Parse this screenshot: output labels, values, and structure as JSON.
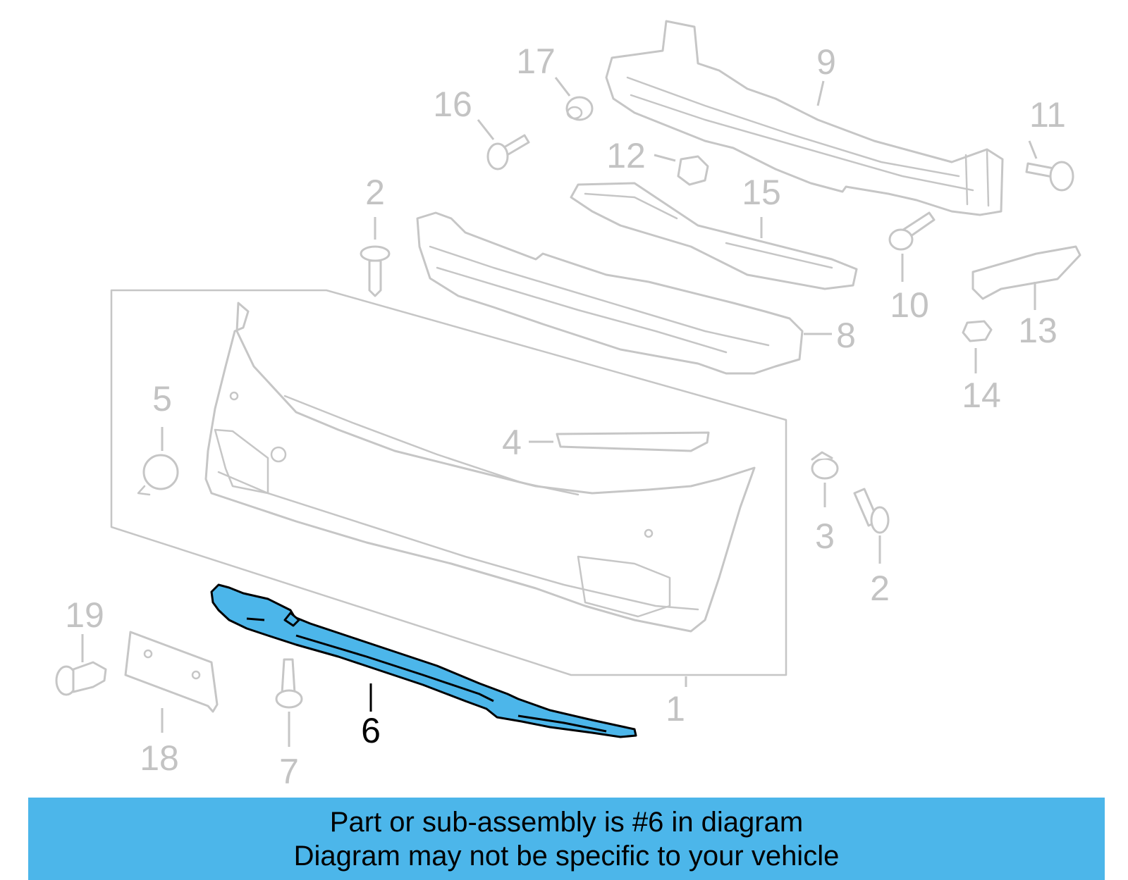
{
  "diagram": {
    "highlight_color": "#4cb6ea",
    "callouts": [
      {
        "id": "c1",
        "label": "1"
      },
      {
        "id": "c2a",
        "label": "2"
      },
      {
        "id": "c2b",
        "label": "2"
      },
      {
        "id": "c3",
        "label": "3"
      },
      {
        "id": "c4",
        "label": "4"
      },
      {
        "id": "c5",
        "label": "5"
      },
      {
        "id": "c6",
        "label": "6",
        "highlighted": true
      },
      {
        "id": "c7",
        "label": "7"
      },
      {
        "id": "c8",
        "label": "8"
      },
      {
        "id": "c9",
        "label": "9"
      },
      {
        "id": "c10",
        "label": "10"
      },
      {
        "id": "c11",
        "label": "11"
      },
      {
        "id": "c12",
        "label": "12"
      },
      {
        "id": "c13",
        "label": "13"
      },
      {
        "id": "c14",
        "label": "14"
      },
      {
        "id": "c15",
        "label": "15"
      },
      {
        "id": "c16",
        "label": "16"
      },
      {
        "id": "c17",
        "label": "17"
      },
      {
        "id": "c18",
        "label": "18"
      },
      {
        "id": "c19",
        "label": "19"
      }
    ]
  },
  "banner": {
    "line1": "Part or sub-assembly is #6 in diagram",
    "line2": "Diagram may not be specific to your vehicle",
    "background": "#4cb6ea"
  }
}
